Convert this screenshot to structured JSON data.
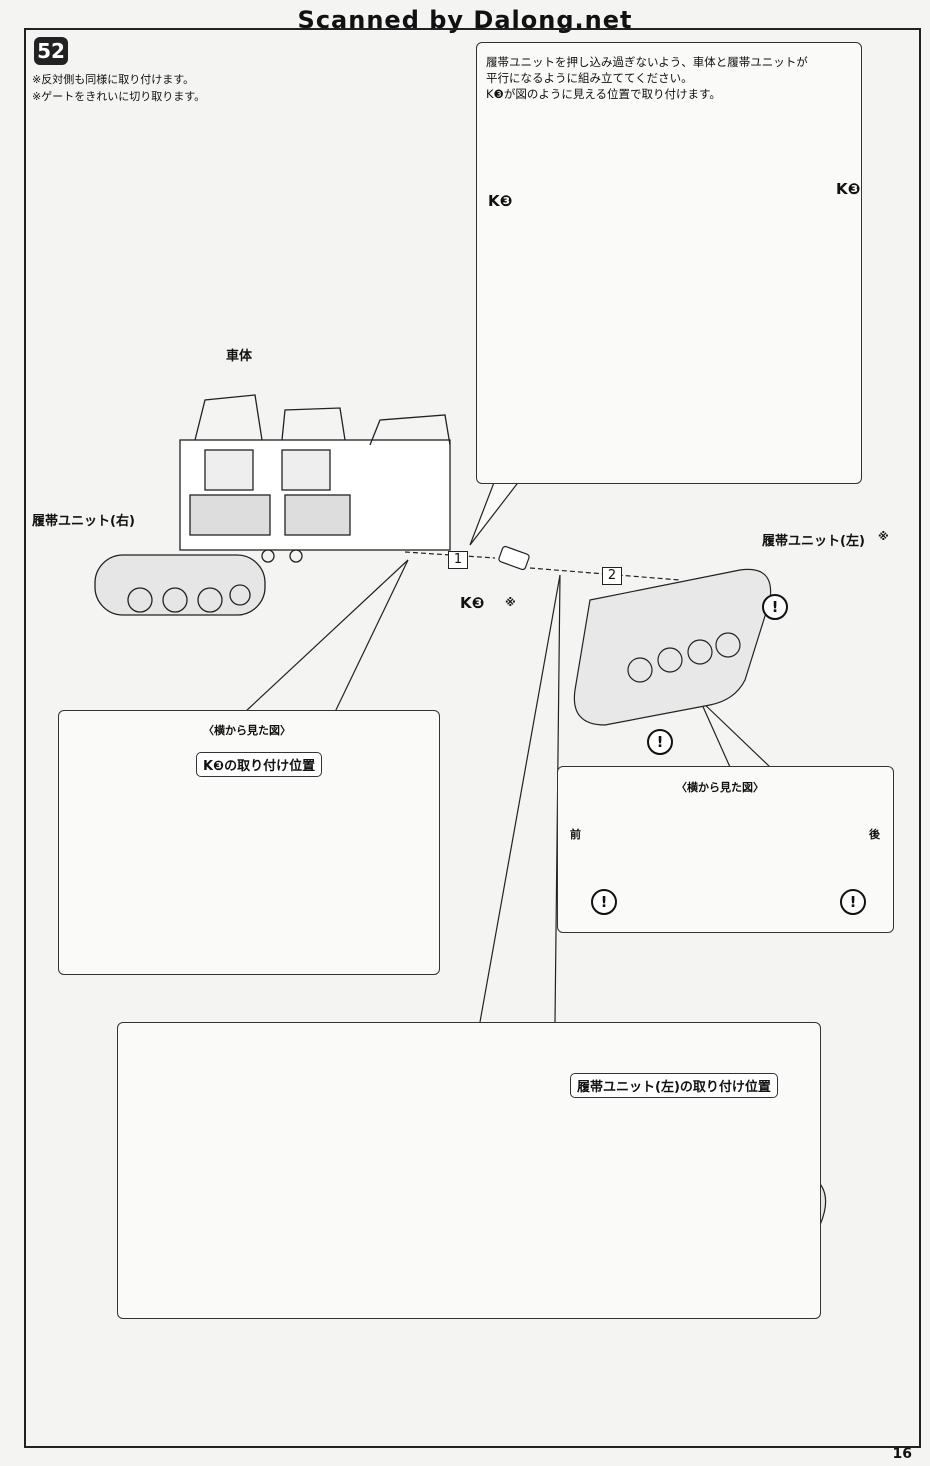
{
  "watermark": "Scanned by Dalong.net",
  "step": "52",
  "notes": [
    "※反対側も同様に取り付けます。",
    "※ゲートをきれいに切り取ります。"
  ],
  "top_callout": {
    "lines": [
      "履帯ユニットを押し込み過ぎないよう、車体と履帯ユニットが",
      "平行になるように組み立ててください。",
      "K❸が図のように見える位置で取り付けます。"
    ],
    "k_left": "K❸",
    "k_right": "K❸"
  },
  "labels": {
    "body": "車体",
    "track_right": "履帯ユニット(右)",
    "track_left": "履帯ユニット(左)",
    "track_left_mark": "※",
    "part": "K❸",
    "part_mark": "※",
    "step1": "1",
    "step2": "2",
    "warn": "!"
  },
  "side_view_left": {
    "title": "〈横から見た図〉",
    "tag": "K❸の取り付け位置"
  },
  "side_view_right": {
    "title": "〈横から見た図〉",
    "front": "前",
    "rear": "後"
  },
  "bottom_box": {
    "tag": "履帯ユニット(左)の取り付け位置"
  },
  "page_number": "16"
}
